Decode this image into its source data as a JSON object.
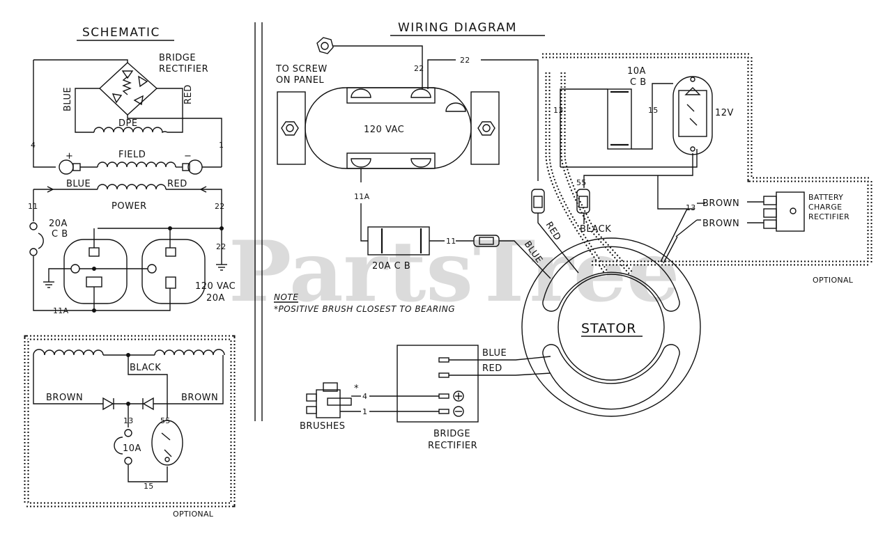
{
  "watermark": "PartsTree",
  "schematic": {
    "title": "SCHEMATIC",
    "bridge_rectifier": [
      "BRIDGE",
      "RECTIFIER"
    ],
    "blue": "BLUE",
    "red": "RED",
    "dpe": "DPE",
    "field": "FIELD",
    "plus": "+",
    "minus": "−",
    "wire_4": "4",
    "wire_1": "1",
    "power_blue": "BLUE",
    "power_red": "RED",
    "power": "POWER",
    "wire_11": "11",
    "wire_22a": "22",
    "wire_22b": "22",
    "cb20": [
      "20A",
      "C B"
    ],
    "vac": [
      "120 VAC",
      "20A"
    ],
    "wire_11a": "11A"
  },
  "optional_schematic": {
    "black": "BLACK",
    "brown_left": "BROWN",
    "brown_right": "BROWN",
    "wire_13": "13",
    "wire_55": "55",
    "cb10": "10A",
    "wire_15": "15",
    "optional": "OPTIONAL"
  },
  "wiring": {
    "title": "WIRING DIAGRAM",
    "to_screw": [
      "TO SCREW",
      "ON PANEL"
    ],
    "wire_22a": "22",
    "wire_22b": "22",
    "vac": "120 VAC",
    "wire_11a": "11A",
    "cb20": "20A C B",
    "wire_11": "11",
    "blue": "BLUE",
    "red": "RED",
    "black": "BLACK",
    "wire_55": "55",
    "cb10": [
      "10A",
      "C B"
    ],
    "wire_13a": "13",
    "wire_15": "15",
    "v12": "12V",
    "wire_13b": "13",
    "brown1": "BROWN",
    "brown2": "BROWN",
    "battery": [
      "BATTERY",
      "CHARGE",
      "RECTIFIER"
    ],
    "optional": "OPTIONAL",
    "note_title": "NOTE",
    "note_text": "*POSITIVE BRUSH CLOSEST TO BEARING",
    "stator": "STATOR",
    "br_blue": "BLUE",
    "br_red": "RED",
    "wire_4": "4",
    "wire_1": "1",
    "asterisk": "*",
    "brushes": "BRUSHES",
    "bridge_rectifier": [
      "BRIDGE",
      "RECTIFIER"
    ]
  }
}
